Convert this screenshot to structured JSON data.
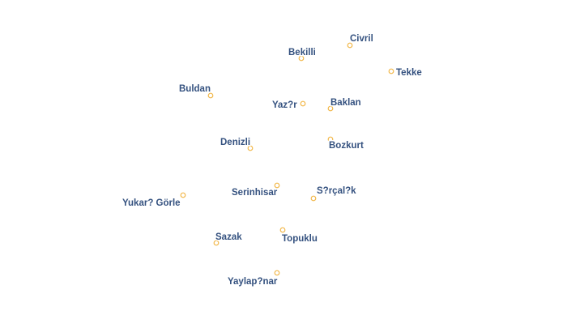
{
  "colors": {
    "background": "#ffffff",
    "label_text": "#34517f",
    "label_halo": "#ffffff",
    "marker_stroke": "#f2b84b",
    "marker_fill": "#ffffff"
  },
  "places": [
    {
      "name": "Civril"
    },
    {
      "name": "Bekilli"
    },
    {
      "name": "Tekke"
    },
    {
      "name": "Buldan"
    },
    {
      "name": "Yaz?r"
    },
    {
      "name": "Baklan"
    },
    {
      "name": "Denizli"
    },
    {
      "name": "Bozkurt"
    },
    {
      "name": "Serinhisar"
    },
    {
      "name": "S?rçal?k"
    },
    {
      "name": "Yukar? Görle"
    },
    {
      "name": "Sazak"
    },
    {
      "name": "Topuklu"
    },
    {
      "name": "Yaylap?nar"
    }
  ]
}
